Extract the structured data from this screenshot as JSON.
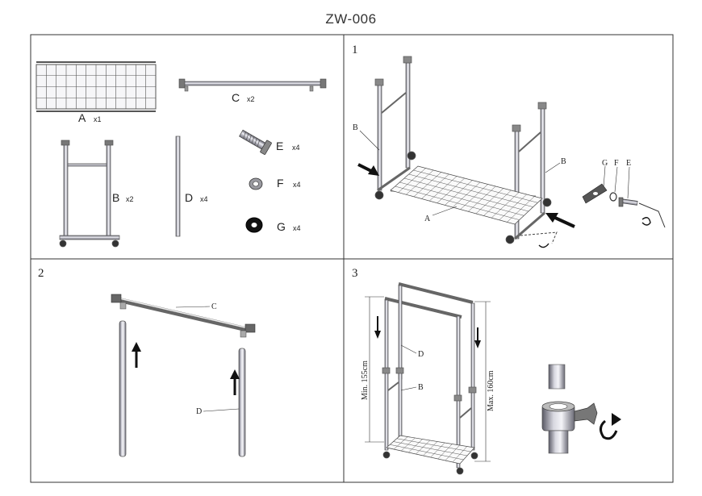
{
  "title": "ZW-006",
  "parts": [
    {
      "letter": "A",
      "qty": "x1"
    },
    {
      "letter": "B",
      "qty": "x2"
    },
    {
      "letter": "C",
      "qty": "x2"
    },
    {
      "letter": "D",
      "qty": "x4"
    },
    {
      "letter": "E",
      "qty": "x4"
    },
    {
      "letter": "F",
      "qty": "x4"
    },
    {
      "letter": "G",
      "qty": "x4"
    }
  ],
  "steps": [
    {
      "number": "1",
      "callouts": [
        "B",
        "B",
        "A",
        "G",
        "F",
        "E"
      ]
    },
    {
      "number": "2",
      "callouts": [
        "C",
        "D"
      ]
    },
    {
      "number": "3",
      "callouts": [
        "D",
        "B"
      ],
      "min_label": "Min. 155cm",
      "max_label": "Max. 160cm"
    }
  ]
}
